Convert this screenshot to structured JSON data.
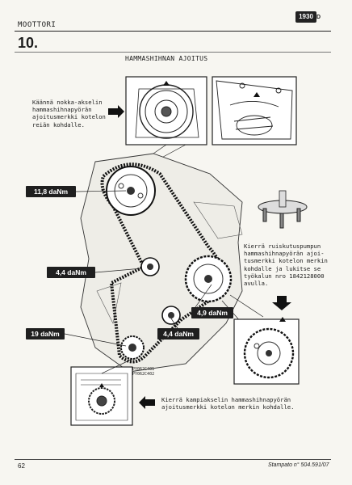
{
  "header": {
    "section": "MOOTTORI",
    "chapter": "10.",
    "badge": "1930",
    "badge_tail": "D"
  },
  "title": "HAMMASHIHNAN AJOITUS",
  "notes": {
    "camshaft": "Käännä nokka-akselin hammashihnapyörän ajoitusmerkki kotelon reiän kohdalle.",
    "injection_pump": "Kierrä ruiskutuspumpun hammashihnapyörän ajoi-tusmerkki kotelon merkin kohdalle ja lukitse se työkalun nro 1842128000 avulla.",
    "crankshaft": "Kierrä kampiakselin hammashihnapyörän ajoitusmerkki kotelon merkin kohdalle."
  },
  "torques": {
    "camshaft": "11,8 daNm",
    "tensioner": "4,4 daNm",
    "pump": "4,9 daNm",
    "crank": "19 daNm",
    "idler": "4,4 daNm"
  },
  "figure_codes": "PY062C401\nPY062C402",
  "footer": {
    "page": "62",
    "printed": "Stampato n° 504.591/07"
  },
  "icons": [
    "arrow-right-icon",
    "arrow-down-icon",
    "arrow-left-icon"
  ]
}
